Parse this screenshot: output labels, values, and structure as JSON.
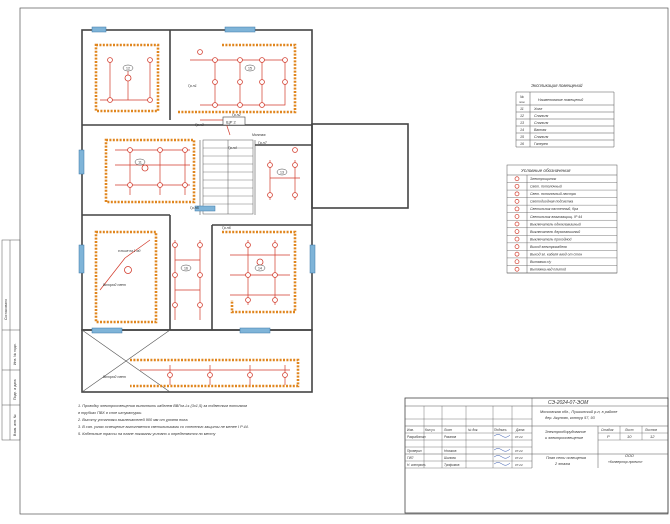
{
  "explication": {
    "title": "Экспликация помещений",
    "header_no": "№",
    "header_no_sub": "пом.",
    "header_name": "Наименование помещений",
    "rows": [
      {
        "no": "11",
        "name": "Холл"
      },
      {
        "no": "12",
        "name": "Спальня"
      },
      {
        "no": "13",
        "name": "Спальня"
      },
      {
        "no": "14",
        "name": "Ванная"
      },
      {
        "no": "15",
        "name": "Спальня"
      },
      {
        "no": "16",
        "name": "Галерея"
      }
    ]
  },
  "legend": {
    "title": "Условные обозначения",
    "items": [
      "Электрощиток",
      "Свет. потолочный",
      "Свет. потолочный люстра",
      "Светодиодная подсветка",
      "Светильник  настенный, бра",
      "Светильник влагозащищ. IP 44",
      "Выключатель  одноклавишный",
      "Выключатель  двухклавишный",
      "Выключатель  проходной",
      "Выход электрокабеля",
      "Выход эл. кабеля  ввод от стен",
      "Вытяжка  с/у",
      "Вытяжка  над плитой"
    ]
  },
  "plan_labels": {
    "rooms": [
      "12",
      "15",
      "11",
      "13",
      "14",
      "16"
    ],
    "groups": [
      "Гр.н1",
      "Гр.н2",
      "Гр.н3",
      "Гр.н4",
      "Гр.н5",
      "Гр.н6",
      "Гр.н7"
    ],
    "panel": "ЩР 2",
    "panel_note": "Монтаж",
    "second_light_1": "Второй свет",
    "second_light_2": "Второй свет",
    "wall_note": "в нише на 1 м0"
  },
  "notes": [
    "1. Проводку электроосвещения выполнить кабелем  ВВГнг-Ls (3х1,5) за подвесным  потолком",
    "   в трубках ПВХ  в  слое  штукатурки.",
    "2. Высоту установки выключателей 900 мм от уровня пола.",
    "3. В сан. узлах освещение выполняется   светильниками  со  степенью защиты не менее I P 44.",
    "5. Кабельные трассы на плане показаны условно и определяются по месту"
  ],
  "title_block": {
    "code": "СЭ-2024-07-ЭОМ",
    "address": [
      "Московская обл., Пушкинский р-н, в районе",
      "дер. Акулово, контур 57, 93"
    ],
    "project": [
      "Электрооборудование",
      "и электроосвещение"
    ],
    "sheet_title": [
      "План  сети освещения",
      "2 этажа"
    ],
    "org": [
      "ООО",
      "«Конвертор проект»"
    ],
    "stage_header": "Стадия",
    "sheet_header": "Лист",
    "sheets_header": "Листов",
    "stage": "Р",
    "sheet": "10",
    "sheets": "12",
    "roles": [
      {
        "role": "Изм.",
        "name": "Кол.уч.",
        "c3": "Лист",
        "c4": "№ док.",
        "c5": "Подпись",
        "c6": "Дата"
      },
      {
        "role": "Разработал",
        "name": "Рязанов",
        "c6": "07.24"
      },
      {
        "role": "Проверил",
        "name": "Новиков",
        "c6": "07.24"
      },
      {
        "role": "ГИП",
        "name": "Шилова",
        "c6": "07.24"
      },
      {
        "role": "Н. контроль",
        "name": "Трофимов",
        "c6": "07.24"
      }
    ],
    "left_strip": [
      "Согласовано",
      "Инв. № подл.",
      "Подп. и дата",
      "Взам. инв. №"
    ]
  }
}
